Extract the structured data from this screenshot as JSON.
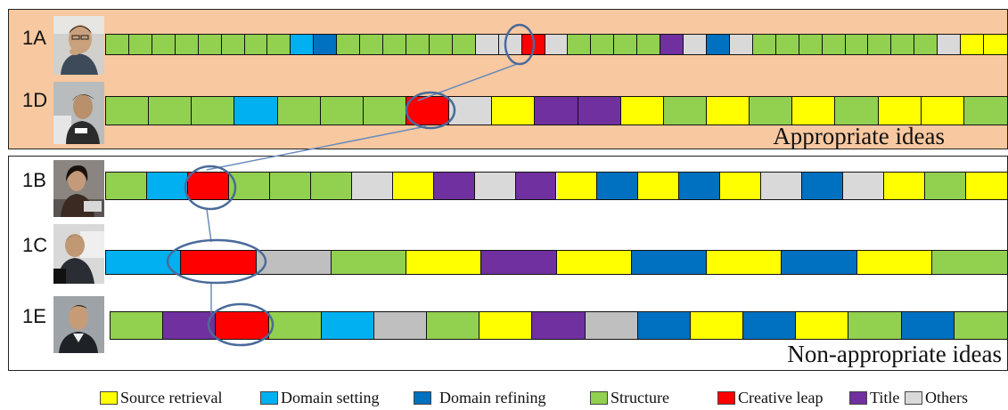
{
  "colors": {
    "S": "#ffff00",
    "D": "#00b0f0",
    "R": "#0070c0",
    "G": "#92d050",
    "C": "#ff0000",
    "T": "#7030a0",
    "O": "#d9d9d9",
    "O2": "#bfbfbf",
    "panel_bg": "#f8c8a0",
    "ellipse": "#4a6b9a",
    "connector": "#6a8cbc"
  },
  "legend": [
    {
      "key": "S",
      "label": "Source retrieval"
    },
    {
      "key": "D",
      "label": "Domain setting"
    },
    {
      "key": "R",
      "label": "Domain refining"
    },
    {
      "key": "G",
      "label": "Structure"
    },
    {
      "key": "C",
      "label": "Creative leap"
    },
    {
      "key": "T",
      "label": "Title"
    },
    {
      "key": "O",
      "label": "Others"
    }
  ],
  "panels": {
    "appropriate": {
      "caption": "Appropriate ideas"
    },
    "non_appropriate": {
      "caption": "Non-appropriate ideas"
    }
  },
  "rows": [
    {
      "id": "1A",
      "label": "1A",
      "segments": [
        "G",
        "G",
        "G",
        "G",
        "G",
        "G",
        "G",
        "G",
        "D",
        "R",
        "G",
        "G",
        "G",
        "G",
        "G",
        "G",
        "O",
        "O",
        "C",
        "O",
        "G",
        "G",
        "G",
        "G",
        "T",
        "O",
        "R",
        "O",
        "G",
        "G",
        "G",
        "G",
        "G",
        "G",
        "G",
        "G",
        "O",
        "S",
        "S"
      ]
    },
    {
      "id": "1D",
      "label": "1D",
      "segments": [
        "G",
        "G",
        "G",
        "D",
        "G",
        "G",
        "G",
        "C",
        "O",
        "S",
        "T",
        "T",
        "S",
        "G",
        "S",
        "G",
        "S",
        "G",
        "S",
        "S",
        "G"
      ]
    },
    {
      "id": "1B",
      "label": "1B",
      "segments": [
        "G",
        "D",
        "C",
        "G",
        "G",
        "G",
        "O",
        "S",
        "T",
        "O",
        "T",
        "S",
        "R",
        "S",
        "R",
        "S",
        "O",
        "R",
        "O",
        "S",
        "G",
        "S"
      ]
    },
    {
      "id": "1C",
      "label": "1C",
      "segments": [
        "D",
        "C",
        "O2",
        "G",
        "S",
        "T",
        "S",
        "R",
        "S",
        "R",
        "S",
        "G"
      ]
    },
    {
      "id": "1E",
      "label": "1E",
      "segments": [
        "G",
        "T",
        "C",
        "G",
        "D",
        "O2",
        "G",
        "S",
        "T",
        "O2",
        "R",
        "S",
        "R",
        "S",
        "G",
        "R",
        "G"
      ]
    }
  ]
}
